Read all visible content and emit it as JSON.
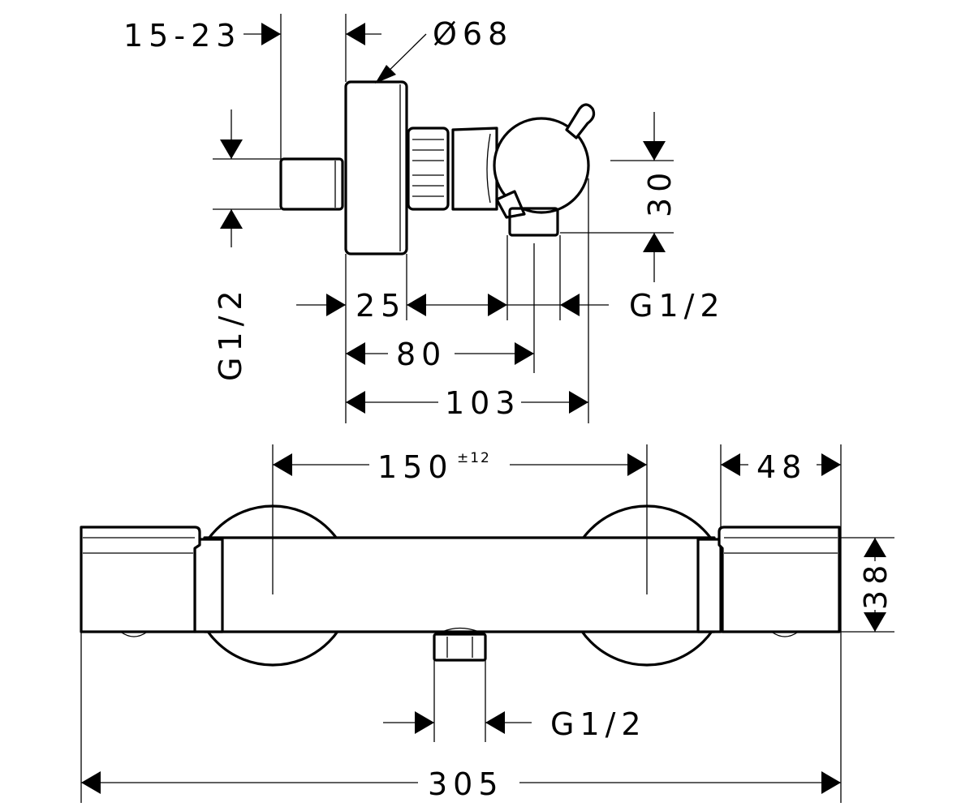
{
  "side_view": {
    "labels": {
      "depth_range": "15-23",
      "cover_diameter": "Ø68",
      "inlet_height": "30",
      "inlet_thread_left": "G1/2",
      "outlet_thread": "G1/2",
      "dim_25": "25",
      "dim_80": "80",
      "dim_103": "103"
    }
  },
  "front_view": {
    "labels": {
      "center_distance": "150",
      "center_tolerance": "±12",
      "handle_width": "48",
      "body_height": "38",
      "outlet_thread": "G1/2",
      "overall_length": "305"
    }
  }
}
